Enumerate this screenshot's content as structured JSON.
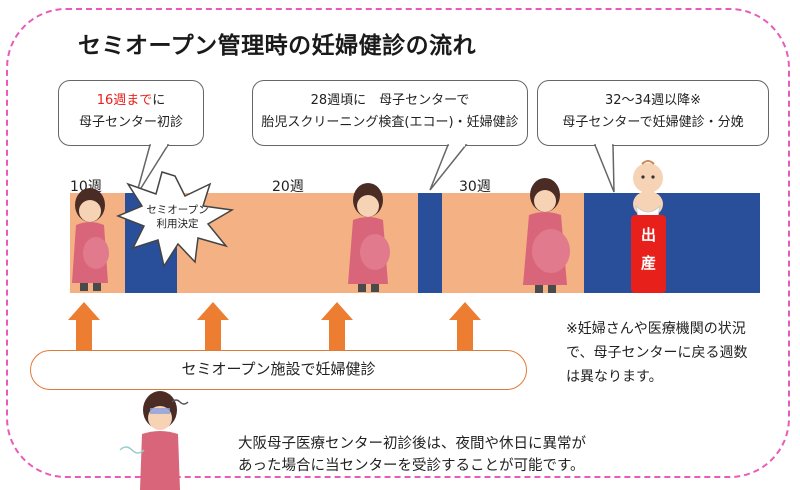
{
  "title": "セミオープン管理時の妊婦健診の流れ",
  "callouts": {
    "first": {
      "red": "16週まで",
      "rest": "に",
      "line2": "母子センター初診"
    },
    "second": {
      "line1": "28週頃に　母子センターで",
      "line2": "胎児スクリーニング検査(エコー)・妊婦健診"
    },
    "third": {
      "line1": "32～34週以降※",
      "line2": "母子センターで妊婦健診・分娩"
    }
  },
  "weeks": {
    "w10": "10週",
    "w20": "20週",
    "w30": "30週"
  },
  "burst": {
    "line1": "セミオープン",
    "line2": "利用決定"
  },
  "birth": {
    "char1": "出",
    "char2": "産"
  },
  "pill_label": "セミオープン施設で妊婦健診",
  "note": {
    "line1": "※妊婦さんや医療機関の状況",
    "line2": "で、母子センターに戻る週数",
    "line3": "は異なります。"
  },
  "bottom": {
    "line1": "大阪母子医療センター初診後は、夜間や休日に異常が",
    "line2": "あった場合に当センターを受診することが可能です。"
  },
  "colors": {
    "peach": "#f4b184",
    "navy": "#2a4f9a",
    "accent_red": "#e8201c",
    "arrow_orange": "#ed7d31",
    "frame_pink": "#e85bb8"
  }
}
